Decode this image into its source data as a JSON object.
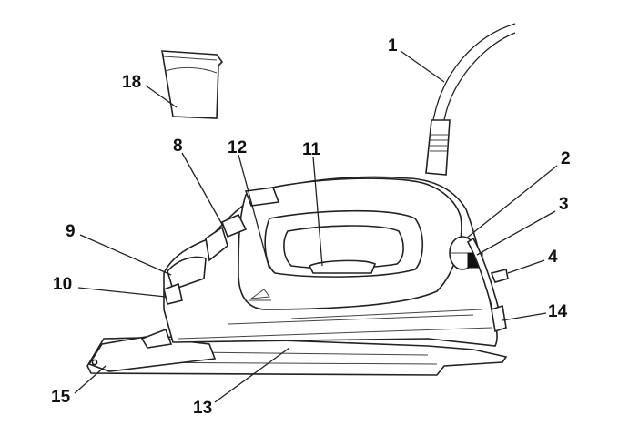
{
  "diagram": {
    "labels": [
      {
        "id": "1",
        "text": "1"
      },
      {
        "id": "2",
        "text": "2"
      },
      {
        "id": "3",
        "text": "3"
      },
      {
        "id": "4",
        "text": "4"
      },
      {
        "id": "8",
        "text": "8"
      },
      {
        "id": "9",
        "text": "9"
      },
      {
        "id": "10",
        "text": "10"
      },
      {
        "id": "11",
        "text": "11"
      },
      {
        "id": "12",
        "text": "12"
      },
      {
        "id": "13",
        "text": "13"
      },
      {
        "id": "14",
        "text": "14"
      },
      {
        "id": "15",
        "text": "15"
      },
      {
        "id": "18",
        "text": "18"
      }
    ]
  }
}
